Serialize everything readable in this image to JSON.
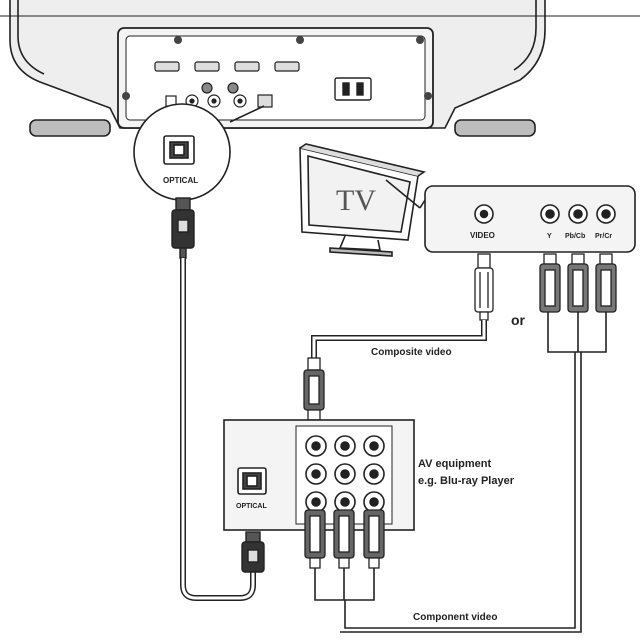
{
  "labels": {
    "optical_top": "OPTICAL",
    "tv_screen": "TV",
    "tv_video": "VIDEO",
    "tv_y": "Y",
    "tv_pb": "Pb/Cb",
    "tv_pr": "Pr/Cr",
    "or": "or",
    "composite_video": "Composite video",
    "av_equipment_line1": "AV equipment",
    "av_equipment_line2": "e.g. Blu-ray Player",
    "optical_player": "OPTICAL",
    "component_video": "Component video"
  },
  "colors": {
    "line": "#222222",
    "panel_fill": "#f2f2f2",
    "soundbar_fill": "#ececec",
    "plug_dark": "#333333",
    "cable_fill": "#ffffff"
  }
}
